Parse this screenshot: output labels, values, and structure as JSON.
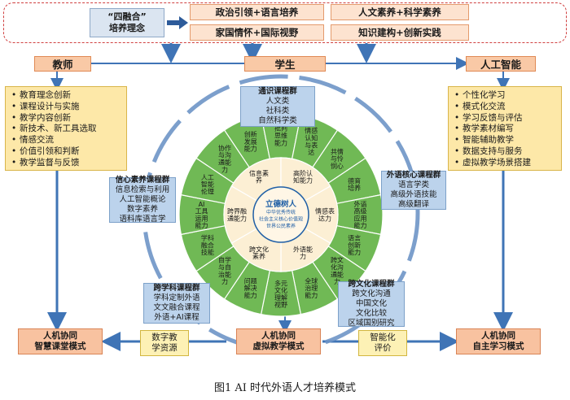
{
  "concept": {
    "line1": "“四融合”",
    "line2": "培养理念"
  },
  "integrations": [
    "政治引领+语言培养",
    "人文素养+科学素养",
    "家国情怀+国际视野",
    "知识建构+创新实践"
  ],
  "roles": {
    "teacher": "教师",
    "student": "学生",
    "ai": "人工智能"
  },
  "teacher_items": [
    "教育理念创新",
    "课程设计与实施",
    "教学内容创新",
    "新技术、新工具选取",
    "情感交流",
    "价值引领和判断",
    "教学监督与反馈"
  ],
  "ai_items": [
    "个性化学习",
    "模式化交流",
    "学习反馈与评估",
    "教学素材编写",
    "智能辅助教学",
    "数据支持与服务",
    "虚拟教学场景搭建"
  ],
  "course_groups": {
    "general": {
      "title": "通识课程群",
      "lines": [
        "人文类",
        "社科类",
        "自然科学类"
      ]
    },
    "foreign": {
      "title": "外语核心课程群",
      "lines": [
        "语言学类",
        "高级外语技能",
        "高级翻译"
      ]
    },
    "info": {
      "title": "信心素养课程群",
      "lines": [
        "信息检索与利用",
        "人工智能概论",
        "数字素养",
        "语料库语言学"
      ]
    },
    "cross_discipline": {
      "title": "跨学科课程群",
      "lines": [
        "学科定制外语",
        "文文融合课程",
        "外语+AI课程"
      ]
    },
    "cross_culture": {
      "title": "跨文化课程群",
      "lines": [
        "跨文化沟通",
        "中国文化",
        "文化比较",
        "区域国别研究"
      ]
    }
  },
  "wheel": {
    "center": [
      "立德树人",
      "中华优秀传统",
      "社会主义核心价值观",
      "世界公民素养"
    ],
    "inner": [
      "信息素养",
      "高阶认知能力",
      "情感表达力",
      "外语能力",
      "跨文化素养",
      "跨界融通能力"
    ],
    "outer": [
      "创新发展能力",
      "批判思维能力",
      "情感认知与表达",
      "共情与怜悯心",
      "德育培养",
      "外语高级应用能力",
      "语言创新能力",
      "跨文化沟通能力",
      "全球治理能力",
      "多元文化理解视野",
      "问题解决能力",
      "自学与自治能力",
      "学科融合技能",
      "AI工具运用能力",
      "人工智能伦理",
      "协作与沟通能力"
    ]
  },
  "modes": {
    "left": [
      "人机协同",
      "智慧课堂模式"
    ],
    "center": [
      "人机协同",
      "虚拟教学模式"
    ],
    "right": [
      "人机协同",
      "自主学习模式"
    ]
  },
  "resources": {
    "digital": [
      "数字教",
      "学资源"
    ],
    "evaluation": [
      "智能化",
      "评价"
    ]
  },
  "caption": "图1  AI 时代外语人才培养模式",
  "colors": {
    "wheel_green": "#70b955",
    "wheel_light": "#fcefd4",
    "center_dark": "#1f5fa6",
    "arrow_blue": "#3f74b6",
    "ring_blue": "#2d6fb8"
  }
}
